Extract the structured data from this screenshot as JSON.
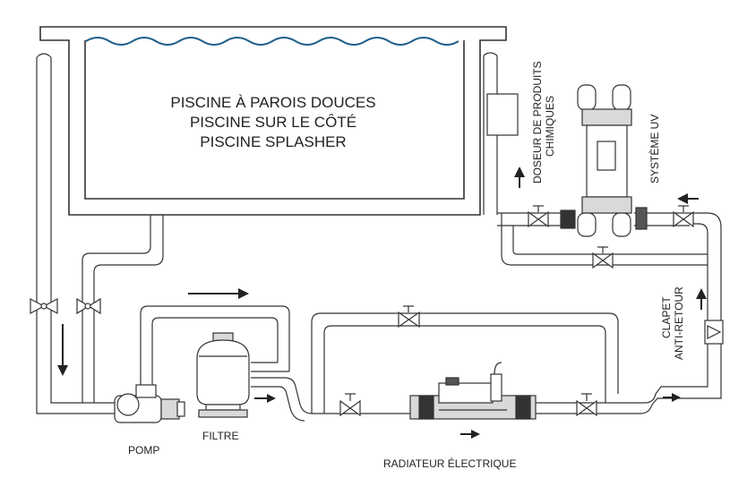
{
  "pool": {
    "lines": [
      "PISCINE À PAROIS DOUCES",
      "PISCINE SUR LE CÔTÉ",
      "PISCINE SPLASHER"
    ]
  },
  "labels": {
    "pump": "POMP",
    "filter": "FILTRE",
    "heater": "RADIATEUR ÉLECTRIQUE",
    "doser_line1": "DOSEUR DE PRODUITS",
    "doser_line2": "CHIMIQUES",
    "uv": "SYSTÈME UV",
    "check_line1": "CLAPET",
    "check_line2": "ANTI-RETOUR"
  },
  "colors": {
    "water": "#1f5f8b",
    "line": "#333333",
    "fill": "#ffffff",
    "shade": "#d9d9d9"
  }
}
